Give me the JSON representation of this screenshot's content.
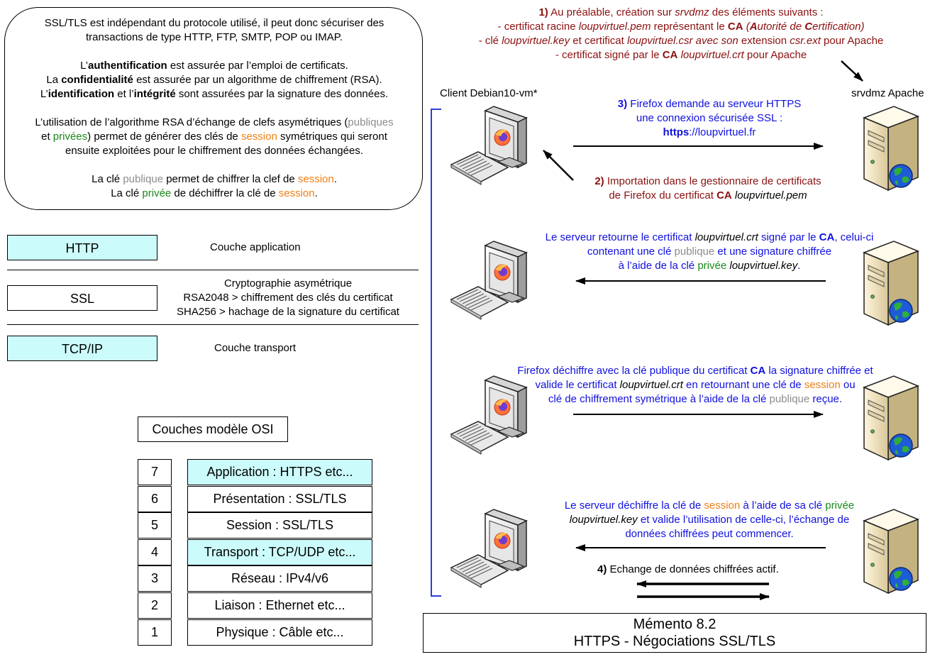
{
  "intro": {
    "p1": "SSL/TLS est indépendant du protocole utilisé, il peut donc sécuriser des transactions de type HTTP, FTP, SMTP, POP ou IMAP.",
    "auth_pre": "L’",
    "auth_word": "authentification",
    "auth_post": " est assurée par l’emploi de certificats.",
    "conf_pre": "La ",
    "conf_word": "confidentialité",
    "conf_post": " est assurée par un algorithme de chiffrement (RSA).",
    "ident_pre": "L’",
    "ident_word": "identification",
    "ident_mid": " et l’",
    "integ_word": "intégrité",
    "ident_post": " sont assurées par la signature des données.",
    "rsa_pre": "L’utilisation de l’algorithme RSA d’échange de clefs asymétriques (",
    "publiques": "publiques",
    "rsa_et": "et ",
    "privees": "privées",
    "rsa_mid": ") permet de générer des clés de ",
    "session": "session",
    "rsa_post": " symétriques qui seront ensuite exploitées pour le chiffrement des données échangées.",
    "cle_pre": "La clé ",
    "publique": "publique",
    "cle_mid": " permet de chiffrer la clef de ",
    "cle_end": ".",
    "cle2_pre": "La clé ",
    "privee": "privée",
    "cle2_mid": " de déchiffrer la clé de ",
    "cle2_end": "."
  },
  "layers": {
    "http": "HTTP",
    "http_desc": "Couche application",
    "ssl": "SSL",
    "ssl_desc1": "Cryptographie asymétrique",
    "ssl_desc2": "RSA2048 > chiffrement des clés du certificat",
    "ssl_desc3": "SHA256 > hachage de la signature du certificat",
    "tcp": "TCP/IP",
    "tcp_desc": "Couche transport"
  },
  "osi": {
    "title": "Couches modèle OSI",
    "rows": [
      {
        "num": "7",
        "name": "Application : HTTPS etc..."
      },
      {
        "num": "6",
        "name": "Présentation : SSL/TLS"
      },
      {
        "num": "5",
        "name": "Session : SSL/TLS"
      },
      {
        "num": "4",
        "name": "Transport : TCP/UDP etc..."
      },
      {
        "num": "3",
        "name": "Réseau : IPv4/v6"
      },
      {
        "num": "2",
        "name": "Liaison : Ethernet etc..."
      },
      {
        "num": "1",
        "name": "Physique : Câble etc..."
      }
    ],
    "highlight_color": "#ccfbfb"
  },
  "step1": {
    "num": "1)",
    "line1a": " Au préalable, création sur ",
    "srvdmz": "srvdmz",
    "line1b": " des éléments suivants :",
    "line2a": "- certificat racine ",
    "pem": "loupvirtuel.pem",
    "line2b": " représentant le ",
    "ca": "CA",
    "line2c": " (",
    "A": "A",
    "utorite": "utorité de ",
    "C": "C",
    "ertif": "ertification)",
    "line3a": "- clé ",
    "key": "loupvirtuel.key",
    "line3b": " et certificat ",
    "csr": "loupvirtuel.csr",
    "line3c": " avec son",
    "line3d": " extension ",
    "csrext": "csr.ext",
    "line3e": " pour Apache",
    "line4a": "- certificat signé par le ",
    "line4b": " ",
    "crt": "loupvirtuel.crt",
    "line4c": " pour Apache"
  },
  "labels": {
    "client": "Client Debian10-vm*",
    "server": "srvdmz Apache"
  },
  "step3": {
    "num": "3)",
    "line1": " Firefox demande au serveur HTTPS",
    "line2": "une connexion sécurisée SSL :",
    "https": "https",
    "url": "://loupvirtuel.fr"
  },
  "step2": {
    "num": "2)",
    "line1": " Importation dans le gestionnaire de certificats",
    "line2a": "de Firefox du certificat ",
    "ca": "CA",
    "line2b": " ",
    "pem": "loupvirtuel.pem"
  },
  "msg_server_cert": {
    "a": "Le serveur retourne le certificat ",
    "crt": "loupvirtuel.crt",
    "b": " signé par le ",
    "ca": "CA",
    "c": ", celui-ci",
    "d": "contenant une clé ",
    "publique": "publique",
    "e": " et une signature chiffrée",
    "f": "à l’aide de la clé ",
    "privee": "privée",
    "g": " ",
    "key": "loupvirtuel.key",
    "h": "."
  },
  "msg_firefox": {
    "a": "Firefox déchiffre avec la clé publique du certificat ",
    "ca": "CA",
    "b": " la signature chiffrée et",
    "c": "valide le certificat ",
    "crt": "loupvirtuel.crt",
    "d": " en retournant une clé de ",
    "session": "session",
    "e": " ou",
    "f": "clé de chiffrement symétrique à l’aide de la clé ",
    "publique": "publique",
    "g": " reçue."
  },
  "msg_server_session": {
    "a": "Le serveur déchiffre la clé de ",
    "session": "session",
    "b": " à l’aide de sa clé ",
    "privee": "privée",
    "key": "loupvirtuel.key",
    "c": " et valide l’utilisation de celle-ci, l’échange de",
    "d": "données chiffrées peut commencer."
  },
  "step4": {
    "num": "4)",
    "text": " Echange de données chiffrées actif."
  },
  "memento": {
    "line1": "Mémento 8.2",
    "line2": "HTTPS - Négociations SSL/TLS"
  },
  "colors": {
    "blue_text": "#1010e0",
    "red_text": "#8b1010",
    "gray_text": "#8c8c8c",
    "green_text": "#1a8a1a",
    "orange_text": "#f07f12",
    "bracket": "#2b3fd6"
  }
}
